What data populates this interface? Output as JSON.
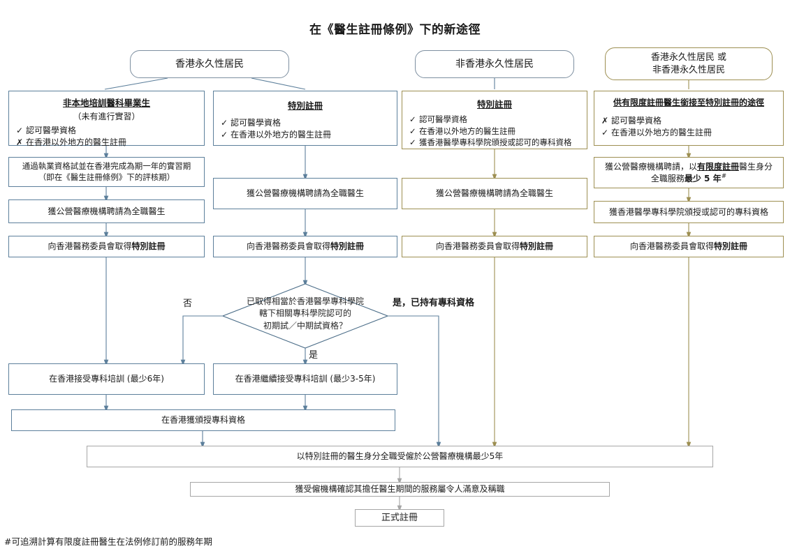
{
  "title": "在《醫生註冊條例》下的新途徑",
  "footnote": "#可追溯計算有限度註冊醫生在法例修訂前的服務年期",
  "colors": {
    "blue_border": "#5c7f9b",
    "olive_border": "#9d8f52",
    "gray_border": "#a6a6a6",
    "rounded_border": "#7d8fa0"
  },
  "top_nodes": [
    {
      "id": "hkpr",
      "label": "香港永久性居民",
      "accent": "blue"
    },
    {
      "id": "non-hkpr",
      "label": "非香港永久性居民",
      "accent": "blue"
    },
    {
      "id": "hkpr-or-non-hkpr-line1",
      "label": "香港永久性居民 或",
      "label2": "非香港永久性居民",
      "accent": "olive"
    }
  ],
  "criteria_nodes": [
    {
      "id": "non-local-graduate",
      "heading": "非本地培訓醫科畢業生",
      "subheading": "（未有進行實習）",
      "accent": "blue",
      "items": [
        {
          "mark": "✓",
          "text": "認可醫學資格"
        },
        {
          "mark": "✗",
          "text": "在香港以外地方的醫生註冊"
        }
      ]
    },
    {
      "id": "special-registration-col2",
      "heading": "特別註冊",
      "subheading": "",
      "accent": "blue",
      "items": [
        {
          "mark": "✓",
          "text": "認可醫學資格"
        },
        {
          "mark": "✓",
          "text": "在香港以外地方的醫生註冊"
        }
      ]
    },
    {
      "id": "special-registration-col3",
      "heading": "特別註冊",
      "subheading": "",
      "accent": "olive",
      "items": [
        {
          "mark": "✓",
          "text": "認可醫學資格"
        },
        {
          "mark": "✓",
          "text": "在香港以外地方的醫生註冊"
        },
        {
          "mark": "✓",
          "text": "獲香港醫學專科學院頒授或認可的專科資格"
        }
      ]
    },
    {
      "id": "limited-to-special-pathway",
      "heading": "供有限度註冊醫生銜接至特別註冊的途徑",
      "subheading": "",
      "accent": "olive",
      "items": [
        {
          "mark": "✗",
          "text": "認可醫學資格"
        },
        {
          "mark": "✓",
          "text": "在香港以外地方的醫生註冊"
        }
      ]
    }
  ],
  "col1": {
    "step_licensing_line1": "通過執業資格試並在香港完成為期一年的實習期",
    "step_licensing_line2": "（即在《醫生註冊條例》下的評核期）",
    "step_employment": "獲公營醫療機構聘請為全職醫生",
    "step_special_registration_pre": "向香港醫務委員會取得",
    "step_special_registration_bold": "特別註冊"
  },
  "col2": {
    "step_employment": "獲公營醫療機構聘請為全職醫生",
    "step_special_registration_pre": "向香港醫務委員會取得",
    "step_special_registration_bold": "特別註冊"
  },
  "col3": {
    "step_employment": "獲公營醫療機構聘請為全職醫生",
    "step_special_registration_pre": "向香港醫務委員會取得",
    "step_special_registration_bold": "特別註冊"
  },
  "col4": {
    "step_limited_line1_a": "獲公營醫療機構聘請，以",
    "step_limited_line1_b": "有限度註冊",
    "step_limited_line1_c": "醫生身分",
    "step_limited_line2_a": "全職服務",
    "step_limited_line2_b": "最少 5 年",
    "step_limited_line2_sup": "#",
    "step_specialist_qualification": "獲香港醫學專科學院頒授或認可的專科資格",
    "step_special_registration_pre": "向香港醫務委員會取得",
    "step_special_registration_bold": "特別註冊"
  },
  "decision": {
    "id": "exam-qualification-decision",
    "line1": "已取得相當於香港醫學專科學院",
    "line2": "轄下相關專科學院認可的",
    "line3": "初期試／中期試資格？",
    "label_no": "否",
    "label_yes_with_qualification": "是，已持有專科資格",
    "label_yes": "是"
  },
  "training": {
    "box_full": "在香港接受專科培訓 (最少6年)",
    "box_continue": "在香港繼續接受專科培訓 (最少3-5年)",
    "box_award": "在香港獲頒授專科資格"
  },
  "final": {
    "service": "以特別註冊的醫生身分全職受僱於公營醫療機構最少5年",
    "confirmation": "獲受僱機構確認其擔任醫生期間的服務屬令人滿意及稱職",
    "full_registration": "正式註冊"
  }
}
